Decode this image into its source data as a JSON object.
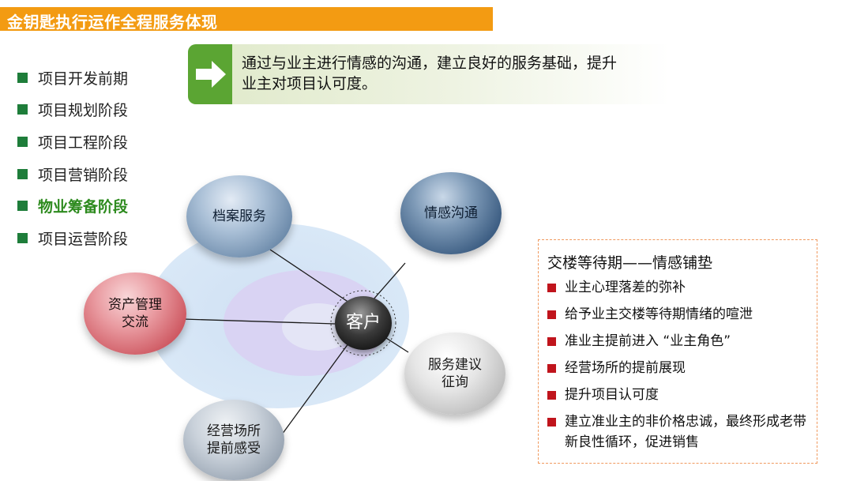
{
  "header": {
    "title": "金钥匙执行运作全程服务体现"
  },
  "phases": [
    {
      "label": "项目开发前期",
      "active": false
    },
    {
      "label": "项目规划阶段",
      "active": false
    },
    {
      "label": "项目工程阶段",
      "active": false
    },
    {
      "label": "项目营销阶段",
      "active": false
    },
    {
      "label": "物业筹备阶段",
      "active": true
    },
    {
      "label": "项目运营阶段",
      "active": false
    }
  ],
  "banner": {
    "icon": "right-arrow-icon",
    "text": "通过与业主进行情感的沟通，建立良好的服务基础，提升业主对项目认可度。"
  },
  "diagram": {
    "center": "客户",
    "nodes": {
      "archive": "档案服务",
      "emotion": "情感沟通",
      "asset": "资产管理\n交流",
      "advice": "服务建议\n征询",
      "venue": "经营场所\n提前感受"
    }
  },
  "info": {
    "title": "交楼等待期——情感铺垫",
    "items": [
      "业主心理落差的弥补",
      "给予业主交楼等待期情绪的喧泄",
      "准业主提前进入 “业主角色”",
      "经营场所的提前展现",
      "提升项目认可度",
      "建立准业主的非价格忠诚，最终形成老带新良性循环，促进销售"
    ]
  },
  "colors": {
    "title_bar": "#f39b12",
    "phase_bullet": "#1e7d3a",
    "phase_active": "#2e8b1f",
    "banner_accent": "#5ba533",
    "info_border": "#f0995e",
    "info_bullet": "#c0141c"
  }
}
